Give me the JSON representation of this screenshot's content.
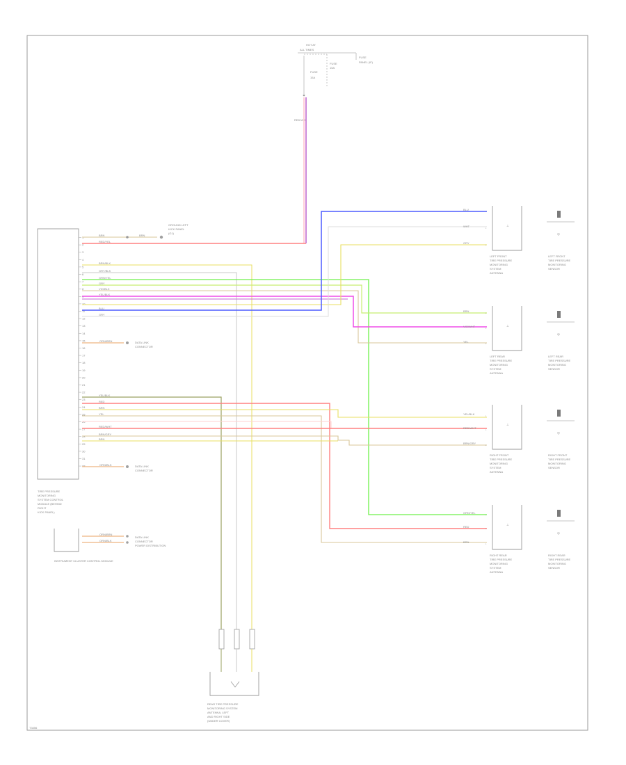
{
  "diagram": {
    "figure_id": "T3456",
    "battery_label": [
      "HOT AT",
      "ALL TIMES"
    ],
    "fuse_label": [
      "FUSE",
      "15A"
    ],
    "fuse_panel_label": [
      "FUSE",
      "PANEL (IF)"
    ],
    "fuse_wire_color": "RED/VIO",
    "tpms_module_label": [
      "TIRE PRESSURE",
      "MONITORING",
      "SYSTEM CONTROL",
      "MODULE (BEHIND",
      "RIGHT",
      "KICK PANEL)"
    ],
    "ground_label": [
      "GROUND LEFT",
      "KICK PANEL",
      "(G1)"
    ],
    "data_link_top_label": [
      "DATA LINK",
      "CONNECTOR"
    ],
    "data_link_bottom_label": [
      "DATA LINK",
      "CONNECTOR"
    ],
    "cluster_label": "INSTRUMENT CLUSTER CONTROL MODULE",
    "cluster_wire_label": "POWER DISTRIBUTION",
    "antennas_label": [
      "REAR TIRE PRESSURE",
      "MONITORING SYSTEM",
      "ANTENNA, LEFT",
      "AND RIGHT SIDE",
      "(UNDER COVER)"
    ],
    "wires": {
      "power": "RED/YEL",
      "ground": "BRN",
      "can_lo": "ORN/BRN",
      "can_hi": "ORN/BLK"
    },
    "sensors": [
      {
        "receiver_label": [
          "LEFT FRONT",
          "TIRE PRESSURE",
          "MONITORING",
          "SYSTEM",
          "ANTENNA"
        ],
        "sensor_label": [
          "LEFT FRONT",
          "TIRE PRESSURE",
          "MONITORING",
          "SENSOR"
        ],
        "wires": [
          "BLU",
          "WHT",
          "GRY"
        ]
      },
      {
        "receiver_label": [
          "LEFT REAR",
          "TIRE PRESSURE",
          "MONITORING",
          "SYSTEM",
          "ANTENNA"
        ],
        "sensor_label": [
          "LEFT REAR",
          "TIRE PRESSURE",
          "MONITORING",
          "SENSOR"
        ],
        "wires": [
          "BRN",
          "VIO/WHT",
          "YEL"
        ]
      },
      {
        "receiver_label": [
          "RIGHT FRONT",
          "TIRE PRESSURE",
          "MONITORING",
          "SYSTEM",
          "ANTENNA"
        ],
        "sensor_label": [
          "RIGHT FRONT",
          "TIRE PRESSURE",
          "MONITORING",
          "SENSOR"
        ],
        "wires": [
          "YEL/BLK",
          "RED/WHT",
          "BRN/GRY"
        ]
      },
      {
        "receiver_label": [
          "RIGHT REAR",
          "TIRE PRESSURE",
          "MONITORING",
          "SYSTEM",
          "ANTENNA"
        ],
        "sensor_label": [
          "RIGHT REAR",
          "TIRE PRESSURE",
          "MONITORING",
          "SENSOR"
        ],
        "wires": [
          "GRN/YEL",
          "RED",
          "BRN"
        ]
      }
    ],
    "module_wires": [
      "BRN/BLK",
      "GRY/BLK",
      "GRN/YEL",
      "GRY",
      "VIO/BLK",
      "YEL/BLK",
      "BLU",
      "GRY",
      "YEL/BLK",
      "RED",
      "BRN",
      "YEL",
      "RED/WHT",
      "BRN/GRY",
      "BRN"
    ],
    "pins": [
      "1",
      "2",
      "3",
      "4",
      "5",
      "6",
      "7",
      "8",
      "9",
      "10",
      "11",
      "12",
      "13",
      "14",
      "15",
      "16",
      "17",
      "18",
      "19",
      "20",
      "21",
      "22",
      "23",
      "24",
      "25",
      "26",
      "27",
      "28",
      "29",
      "30",
      "31",
      "32"
    ],
    "colors": {
      "red": "#ff8080",
      "pink": "#ff9fb3",
      "violet": "#c06ad0",
      "magenta": "#ef4de8",
      "blue": "#4d5cff",
      "lightblue": "#8fb0ff",
      "green": "#6ef04a",
      "lime": "#c7ee72",
      "yellow": "#e8df62",
      "tan": "#d8c79a",
      "gray": "#c8c8c8",
      "lightgray": "#dedede",
      "olive": "#9aa060",
      "frame": "#9a9a9a",
      "text": "#8a8a8a"
    }
  }
}
